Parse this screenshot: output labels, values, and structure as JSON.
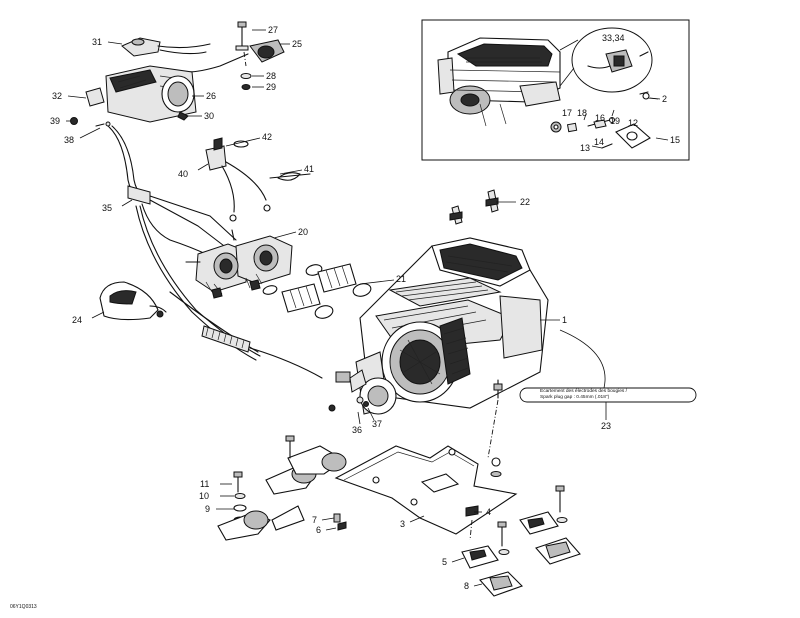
{
  "figure_code": "06Y1Q0313",
  "callouts": {
    "c1": "1",
    "c2": "2",
    "c3": "3",
    "c4": "4",
    "c5": "5",
    "c6": "6",
    "c7": "7",
    "c8": "8",
    "c9": "9",
    "c10": "10",
    "c11": "11",
    "c12": "12",
    "c13": "13",
    "c14": "14",
    "c15": "15",
    "c16": "16",
    "c17": "17",
    "c18": "18",
    "c19": "19",
    "c20": "20",
    "c21": "21",
    "c22": "22",
    "c23": "23",
    "c24": "24",
    "c25": "25",
    "c26": "26",
    "c27": "27",
    "c28": "28",
    "c29": "29",
    "c30": "30",
    "c31": "31",
    "c32": "32",
    "c33_34": "33,34",
    "c35": "35",
    "c36": "36",
    "c37": "37",
    "c38": "38",
    "c39": "39",
    "c40": "40",
    "c41": "41",
    "c42": "42"
  },
  "spark_plug_note": {
    "line1": "Écartement des électrodes des bougies /",
    "line2": "Spark plug gap : 0.45mm (.018\")"
  }
}
